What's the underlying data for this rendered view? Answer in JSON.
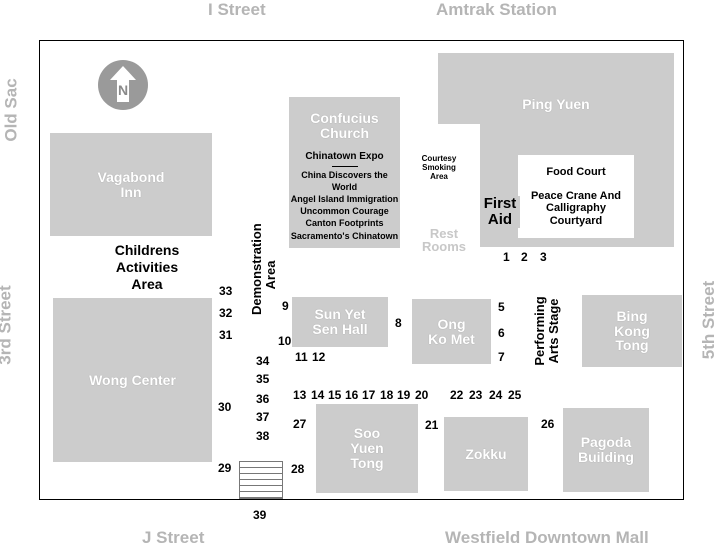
{
  "streets": {
    "top_left": "I Street",
    "top_right": "Amtrak Station",
    "left_top": "Old Sac",
    "left_mid": "3rd Street",
    "right_mid": "5th Street",
    "bottom_left": "J Street",
    "bottom_right": "Westfield  Downtown Mall"
  },
  "compass": {
    "letter": "N",
    "icon": "north-arrow-icon"
  },
  "buildings": {
    "vagabond": "Vagabond Inn",
    "confucius": "Confucius Church",
    "ping_yuen": "Ping Yuen",
    "wong": "Wong Center",
    "sun_yet_sen": "Sun Yet Sen Hall",
    "ong_ko_met": "Ong Ko Met",
    "bing_kong": "Bing Kong Tong",
    "soo_yuen": "Soo Yuen Tong",
    "zokku": "Zokku",
    "pagoda": "Pagoda Building"
  },
  "expo": {
    "title": "Chinatown Expo",
    "items": [
      "China Discovers the World",
      "Angel Island Immigration",
      "Uncommon Courage",
      "Canton Footprints",
      "Sacramento's Chinatown"
    ]
  },
  "areas": {
    "smoking": "Courtesy Smoking Area",
    "restrooms": "Rest Rooms",
    "first_aid": "First Aid",
    "food_court": "Food Court",
    "peace_crane": "Peace Crane And Calligraphy Courtyard",
    "children": "Childrens Activities Area",
    "demonstration": "Demonstration Area",
    "performing": "Performing Arts Stage"
  },
  "booths": [
    "1",
    "2",
    "3",
    "5",
    "6",
    "7",
    "8",
    "9",
    "10",
    "11",
    "12",
    "13",
    "14",
    "15",
    "16",
    "17",
    "18",
    "19",
    "20",
    "21",
    "22",
    "23",
    "24",
    "25",
    "26",
    "27",
    "28",
    "29",
    "30",
    "31",
    "32",
    "33",
    "34",
    "35",
    "36",
    "37",
    "38",
    "39"
  ]
}
